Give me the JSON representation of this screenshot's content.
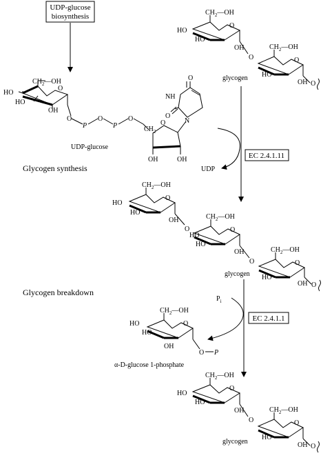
{
  "boxes": {
    "udp_biosynthesis": [
      "UDP-glucose",
      "biosynthesis"
    ],
    "ec_synthase": "EC 2.4.1.11",
    "ec_phosphorylase": "EC 2.4.1.1"
  },
  "section_titles": {
    "synthesis": "Glycogen synthesis",
    "breakdown": "Glycogen breakdown"
  },
  "compounds": {
    "udp_glucose": "UDP-glucose",
    "glycogen": "glycogen",
    "udp": "UDP",
    "pi_main": "P",
    "pi_sub": "i",
    "glucose_1_phosphate": "α-D-glucose 1-phosphate"
  },
  "atoms": {
    "ho": "HO",
    "oh": "OH",
    "ch2oh": "CH",
    "ch2_sub": "2",
    "oh_tail": "—OH",
    "o": "O",
    "p": "P",
    "nh": "NH",
    "n": "N",
    "ch2": "CH",
    "uracil_o": "O"
  }
}
